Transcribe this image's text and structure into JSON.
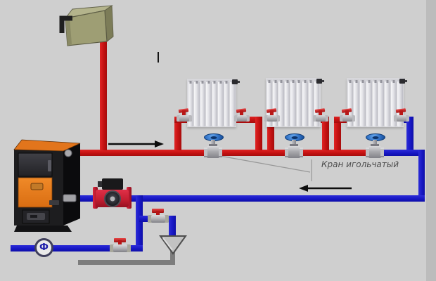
{
  "diagram": {
    "type": "heating-system-schematic",
    "annotation": {
      "needle_valve_label": "Кран игольчатый"
    },
    "filter": {
      "symbol": "Ф"
    },
    "flow_arrows": [
      {
        "name": "supply-flow-arrow",
        "direction": "right"
      },
      {
        "name": "return-flow-arrow",
        "direction": "left"
      }
    ],
    "radiators": [
      {
        "sections": 8
      },
      {
        "sections": 9
      },
      {
        "sections": 9
      }
    ],
    "components": [
      "solid-fuel-boiler",
      "expansion-tank",
      "circulation-pump",
      "radiator",
      "needle-valve",
      "ball-valve",
      "radiator-valve",
      "filter",
      "drain-funnel",
      "supply-pipe",
      "return-pipe",
      "drain-pipe"
    ],
    "colors": {
      "background": "#cfcfcf",
      "background_shade": "#bcbcbc",
      "supply_pipe_red": "#c31111",
      "return_pipe_blue": "#1717c4",
      "drain_pipe_gray": "#7d7d7d",
      "boiler_orange": "#e8791c",
      "boiler_black": "#1d1d1f",
      "expansion_tank_khaki": "#9e9e74",
      "pump_red": "#c51f32",
      "needle_valve_wheel_blue": "#2e6fc4",
      "valve_handle_red": "#c42020",
      "radiator_white": "#e9e9ec",
      "funnel_gray": "#c2c2c2",
      "annotation_gray": "#4e4e4e"
    }
  }
}
